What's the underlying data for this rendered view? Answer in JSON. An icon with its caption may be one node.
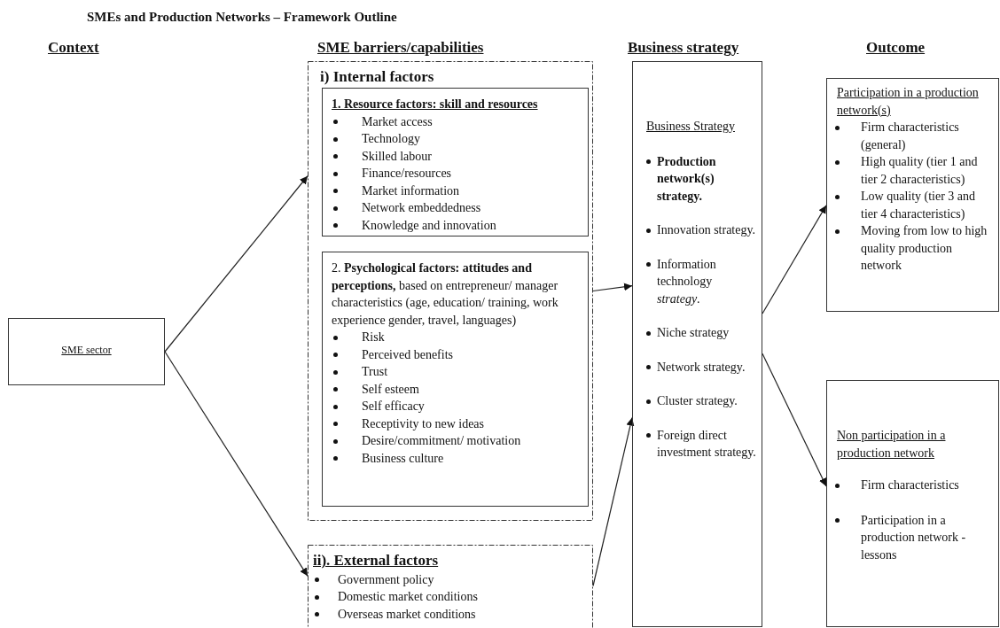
{
  "diagram": {
    "title": "SMEs and Production Networks – Framework Outline",
    "nodes": [
      {
        "text": [
          "SME sector"
        ]
      },
      {
        "text": [
          "i)  Internal factors"
        ]
      },
      {
        "text": [
          "1. Resource factors: skill and resources",
          "Market access",
          "Technology",
          "Skilled labour",
          "Finance/resources",
          "Market information",
          "Network embeddedness",
          "Knowledge and innovation"
        ],
        "in": 1
      },
      {
        "text": [
          "2. **Psychological factors: attitudes and perceptions,** based on entrepreneur/ manager characteristics (age, education/ training, work experience gender, travel, languages)",
          "Risk",
          "Perceived benefits",
          "Trust",
          "Self esteem",
          "Self efficacy",
          "Receptivity to new ideas",
          "Desire/commitment/ motivation",
          "Business culture"
        ],
        "in": 1
      },
      {
        "text": [
          "ii). External factors",
          "Government policy",
          "Domestic market conditions",
          "Overseas market conditions"
        ]
      },
      {
        "text": [
          "Business Strategy",
          "**Production network(s) strategy.**",
          "Innovation strategy.",
          "Information technology *strategy*.",
          "Niche strategy",
          "Network strategy.",
          "Cluster strategy.",
          "Foreign direct investment strategy."
        ]
      },
      {
        "text": [
          "Participation in a production network(s)",
          "Firm characteristics (general)",
          "High quality (tier 1 and tier 2 characteristics)",
          "Low quality (tier 3 and tier 4 characteristics)",
          "Moving from low to high quality production network"
        ]
      },
      {
        "text": [
          "Non participation in a production network",
          "Firm characteristics",
          "Participation in a production network - lessons"
        ]
      }
    ],
    "edges": [
      {
        "from": 0,
        "to": 1,
        "arrow": "to"
      },
      {
        "from": 0,
        "to": 4,
        "arrow": "to"
      },
      {
        "from": 1,
        "to": 5,
        "arrow": "to"
      },
      {
        "from": 4,
        "to": 5,
        "arrow": "to"
      },
      {
        "from": 5,
        "to": 6,
        "arrow": "to"
      },
      {
        "from": 5,
        "to": 7,
        "arrow": "to"
      }
    ],
    "labels": [
      "Context",
      "SME barriers/capabilities",
      "Business strategy",
      "Outcome"
    ]
  }
}
